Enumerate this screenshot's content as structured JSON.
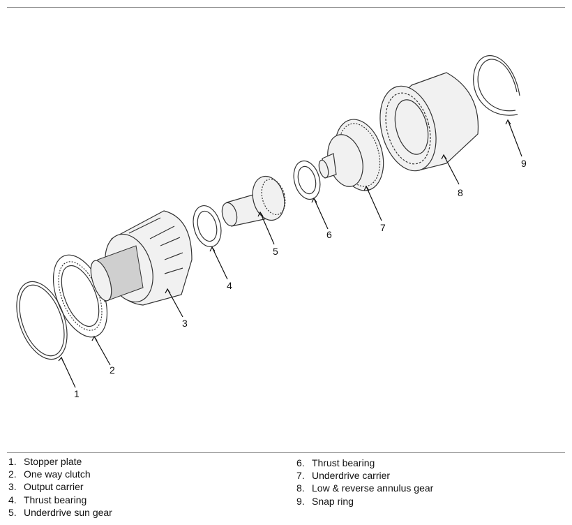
{
  "parts": [
    {
      "num": "1",
      "callout": "1",
      "label": "Stopper plate"
    },
    {
      "num": "2",
      "callout": "2",
      "label": "One way clutch"
    },
    {
      "num": "3",
      "callout": "3",
      "label": "Output carrier"
    },
    {
      "num": "4",
      "callout": "4",
      "label": "Thrust bearing"
    },
    {
      "num": "5",
      "callout": "5",
      "label": "Underdrive sun gear"
    },
    {
      "num": "6",
      "callout": "6",
      "label": "Thrust bearing"
    },
    {
      "num": "7",
      "callout": "7",
      "label": "Underdrive carrier"
    },
    {
      "num": "8",
      "callout": "8",
      "label": "Low & reverse annulus gear"
    },
    {
      "num": "9",
      "callout": "9",
      "label": "Snap ring"
    }
  ],
  "legend_nums": {
    "p1": "1.",
    "p2": "2.",
    "p3": "3.",
    "p4": "4.",
    "p5": "5.",
    "p6": "6.",
    "p7": "7.",
    "p8": "8.",
    "p9": "9."
  },
  "colors": {
    "rule": "#888888",
    "ink": "#111111"
  }
}
